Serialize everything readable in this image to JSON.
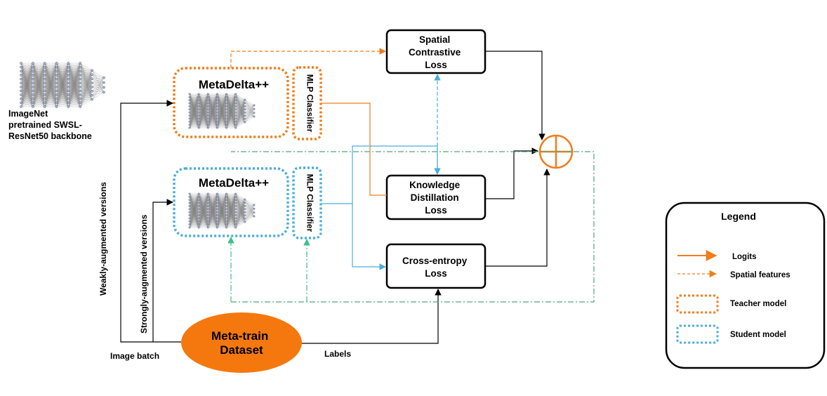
{
  "backbone": {
    "caption_lines": [
      "ImageNet",
      "pretrained SWSL-",
      "ResNet50 backbone"
    ]
  },
  "teacher": {
    "title": "MetaDelta++",
    "classifier": "MLP Classifier"
  },
  "student": {
    "title": "MetaDelta++",
    "classifier": "MLP Classifier"
  },
  "losses": {
    "spatial_contrastive": [
      "Spatial",
      "Contrastive",
      "Loss"
    ],
    "knowledge_distillation": [
      "Knowledge",
      "Distillation",
      "Loss"
    ],
    "cross_entropy": [
      "Cross-entropy",
      "Loss"
    ]
  },
  "dataset": {
    "lines": [
      "Meta-train",
      "Dataset"
    ]
  },
  "labels": {
    "weakly": "Weakly-augmented versions",
    "strongly": "Strongly-augmented versions",
    "image_batch": "Image batch",
    "labels": "Labels"
  },
  "legend": {
    "title": "Legend",
    "logits": "Logits",
    "spatial_features": "Spatial features",
    "teacher_model": "Teacher model",
    "student_model": "Student model"
  },
  "colors": {
    "teacher": "#f07d1a",
    "student": "#4aaedc",
    "student_arrow": "#3cbf8c",
    "dashdot": "#52a87a",
    "dataset_fill": "#f5780f"
  }
}
